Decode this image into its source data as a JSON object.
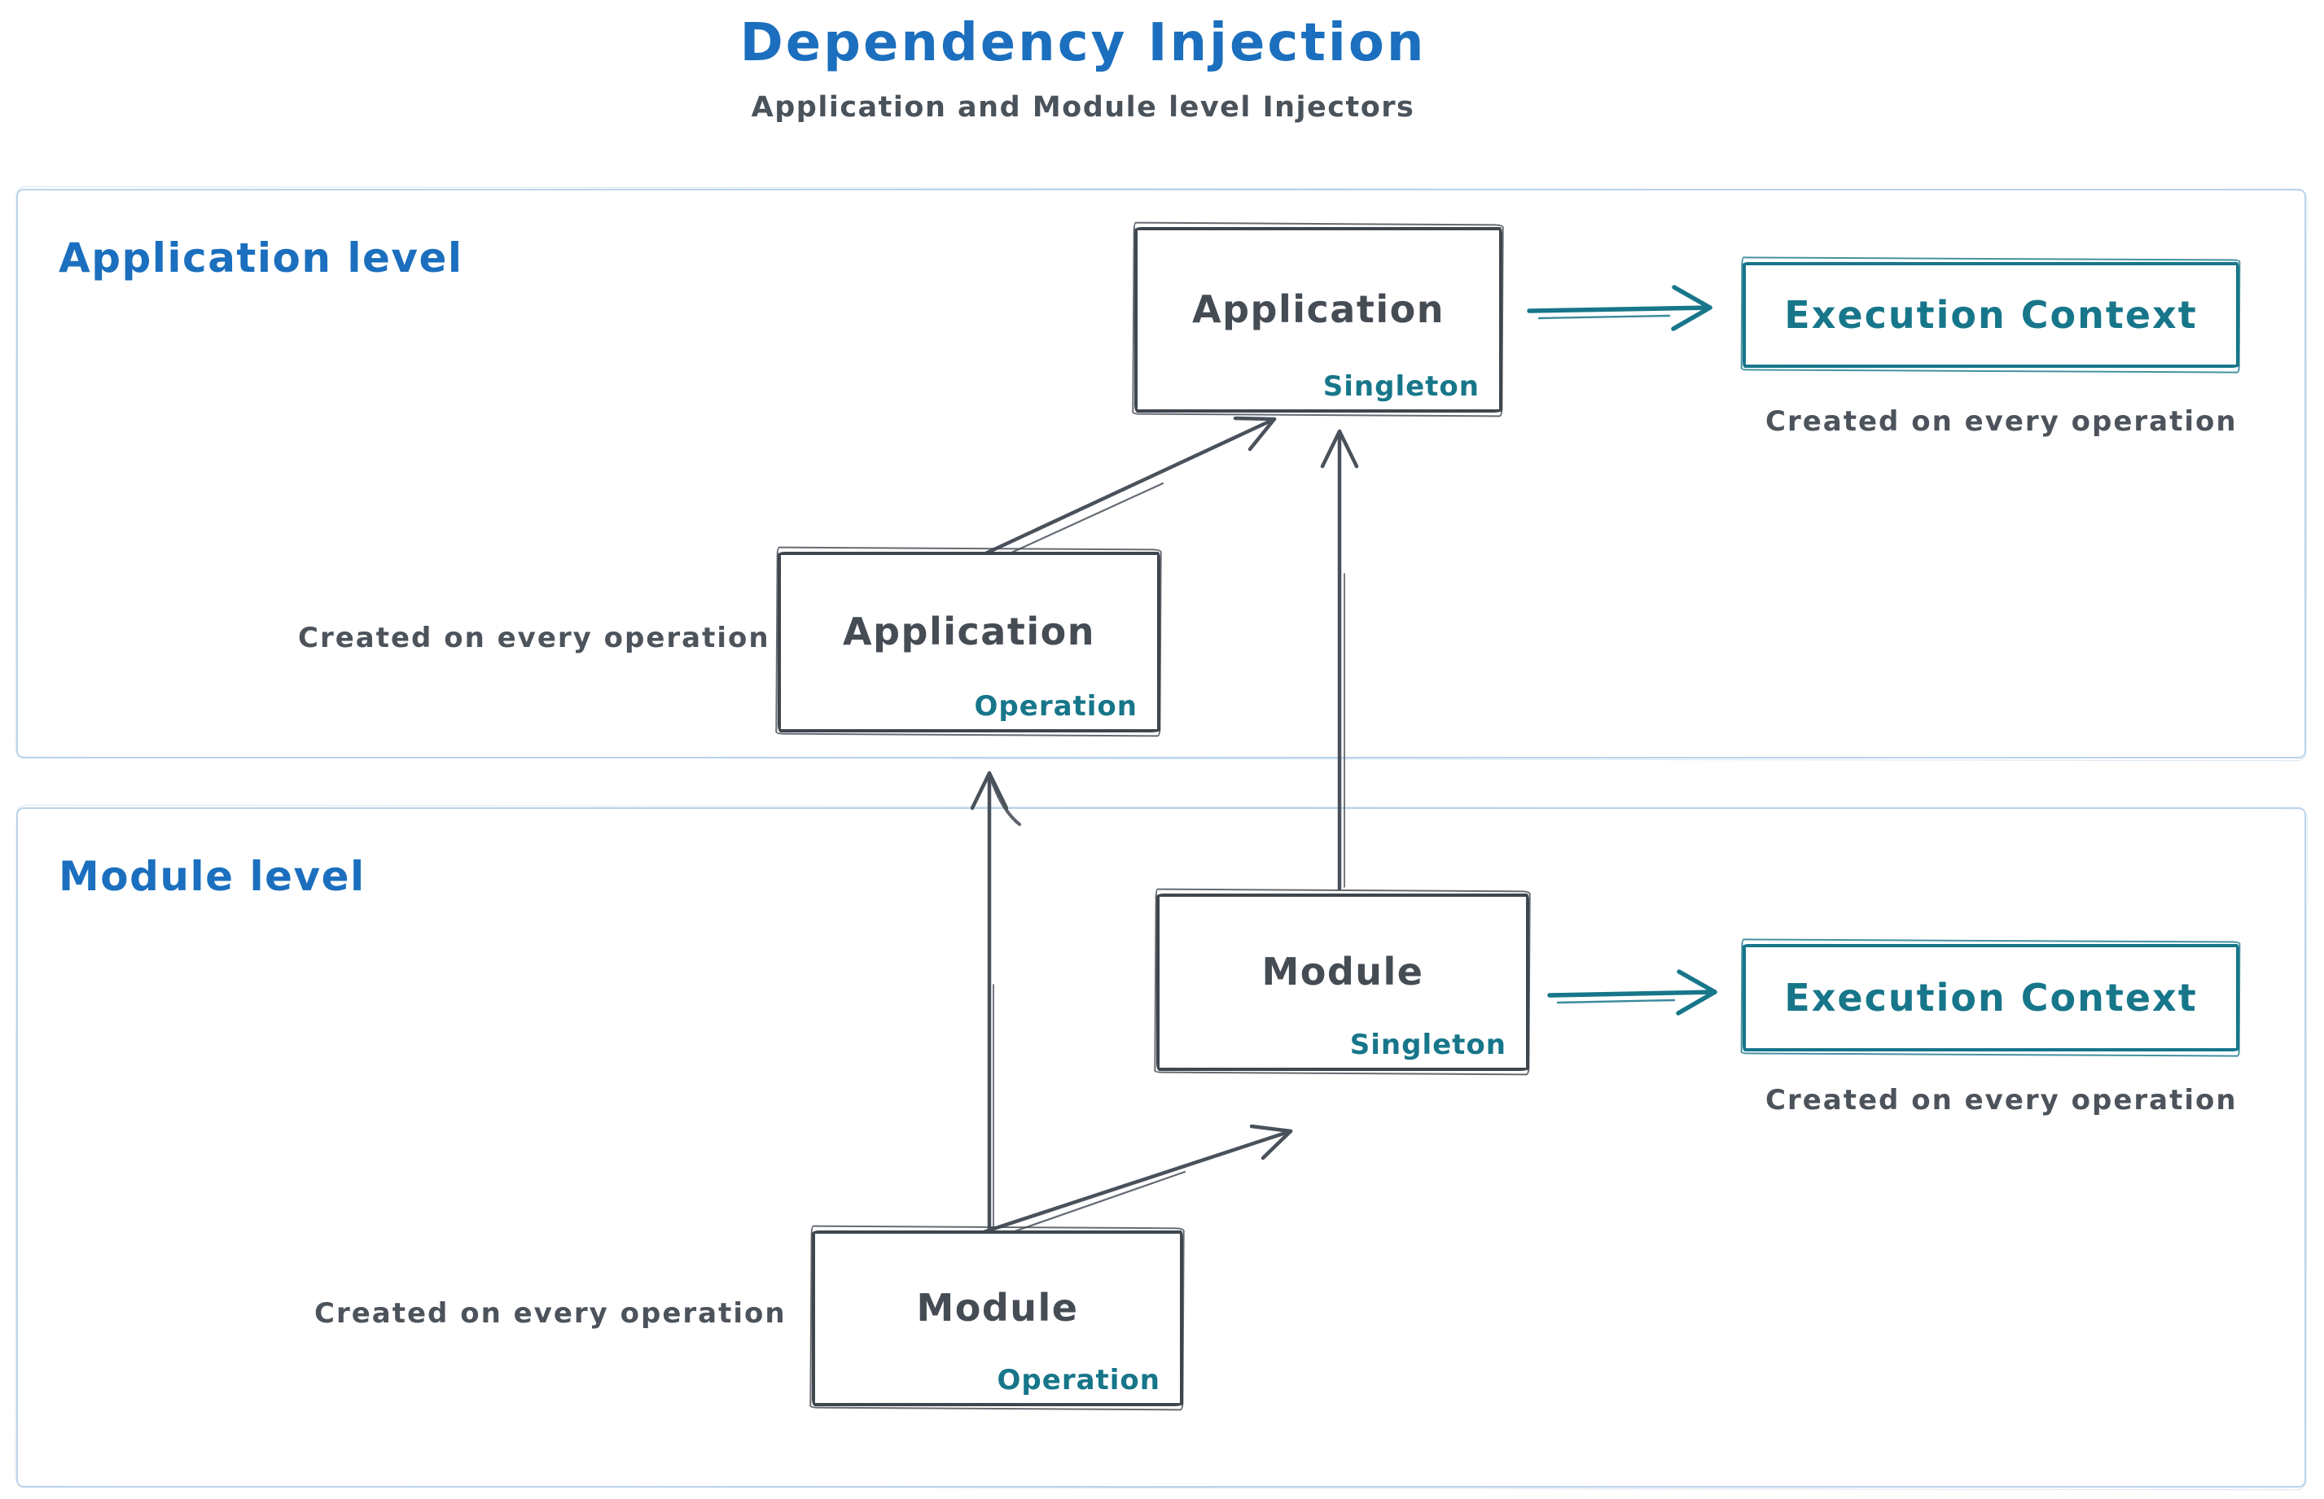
{
  "title": {
    "text": "Dependency Injection"
  },
  "subtitle": {
    "text": "Application and Module level Injectors"
  },
  "colors": {
    "blue": "#1b6fbe",
    "teal": "#17768a",
    "ink": "#454c54",
    "arrow": "#49515b",
    "box_border": "#3e464e",
    "section_border": "#bcd3ea"
  },
  "sections": {
    "application": {
      "label": "Application level"
    },
    "module": {
      "label": "Module level"
    }
  },
  "nodes": {
    "app_singleton": {
      "title": "Application",
      "badge": "Singleton"
    },
    "app_operation": {
      "title": "Application",
      "badge": "Operation"
    },
    "module_singleton": {
      "title": "Module",
      "badge": "Singleton"
    },
    "module_operation": {
      "title": "Module",
      "badge": "Operation"
    },
    "execution_context_app": {
      "title": "Execution Context",
      "caption": "Created on every operation"
    },
    "execution_context_module": {
      "title": "Execution Context",
      "caption": "Created on every operation"
    }
  },
  "captions": {
    "app_operation": "Created on every operation",
    "module_operation": "Created on every operation"
  }
}
